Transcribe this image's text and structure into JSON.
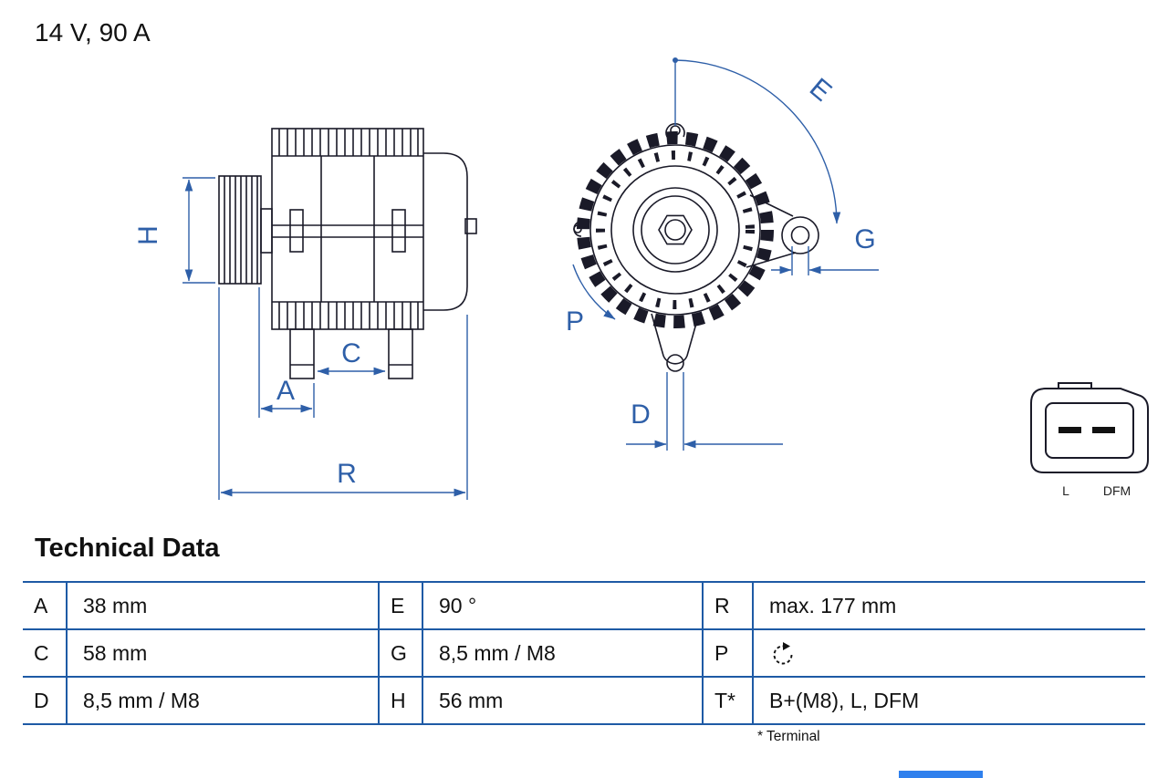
{
  "header": {
    "rating": "14 V, 90 A"
  },
  "diagram": {
    "labels": {
      "H": "H",
      "A": "A",
      "C": "C",
      "R": "R",
      "E": "E",
      "G": "G",
      "P": "P",
      "D": "D"
    },
    "connector": {
      "pin_labels": [
        "L",
        "DFM"
      ]
    },
    "colors": {
      "drawing_line": "#1a1a28",
      "dimension_blue": "#2e5fa8",
      "table_line_blue": "#1e5aa5",
      "accent_bar_blue": "#2f80ed"
    }
  },
  "technical_data": {
    "title": "Technical Data",
    "rows": [
      [
        {
          "key": "A",
          "value": "38 mm"
        },
        {
          "key": "E",
          "value": "90 °"
        },
        {
          "key": "R",
          "value": "max. 177 mm"
        }
      ],
      [
        {
          "key": "C",
          "value": "58 mm"
        },
        {
          "key": "G",
          "value": "8,5 mm / M8"
        },
        {
          "key": "P",
          "value": "",
          "icon": "rotation-direction-icon"
        }
      ],
      [
        {
          "key": "D",
          "value": "8,5 mm / M8"
        },
        {
          "key": "H",
          "value": "56 mm"
        },
        {
          "key": "T*",
          "value": "B+(M8), L, DFM"
        }
      ]
    ],
    "footnote": "* Terminal"
  }
}
